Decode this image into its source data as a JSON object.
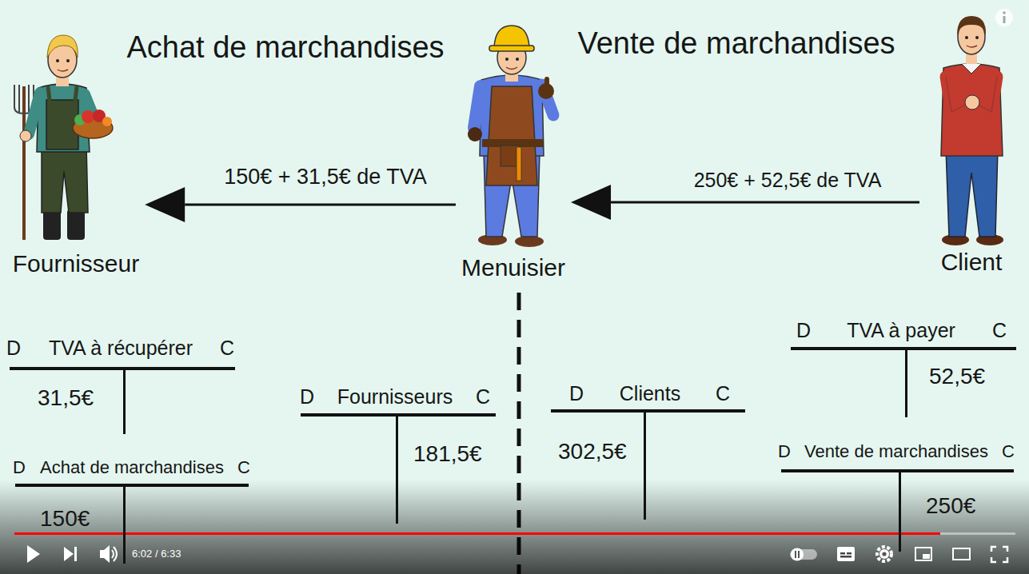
{
  "diagram": {
    "nodes": [
      {
        "text": [
          "Fournisseur"
        ]
      },
      {
        "text": [
          "Menuisier"
        ]
      },
      {
        "text": [
          "Client"
        ]
      },
      {
        "text": [
          "D",
          "TVA à récupérer",
          "C",
          "31,5€"
        ]
      },
      {
        "text": [
          "D",
          "TVA à payer",
          "C",
          "52,5€"
        ]
      },
      {
        "text": [
          "D",
          "Fournisseurs",
          "C",
          "181,5€"
        ]
      },
      {
        "text": [
          "D",
          "Clients",
          "C",
          "302,5€"
        ]
      },
      {
        "text": [
          "D",
          "Achat de marchandises",
          "C",
          "150€"
        ]
      },
      {
        "text": [
          "D",
          "Vente de marchandises",
          "C",
          "250€"
        ]
      }
    ],
    "edges": [
      {
        "from": 1,
        "to": 0,
        "arrow": "to",
        "label": "150€ + 31,5€ de TVA"
      },
      {
        "from": 2,
        "to": 1,
        "arrow": "to",
        "label": "250€ + 52,5€ de TVA"
      }
    ],
    "labels": [
      "Achat de marchandises",
      "Vente de marchandises",
      "6:02 / 6:33"
    ]
  }
}
